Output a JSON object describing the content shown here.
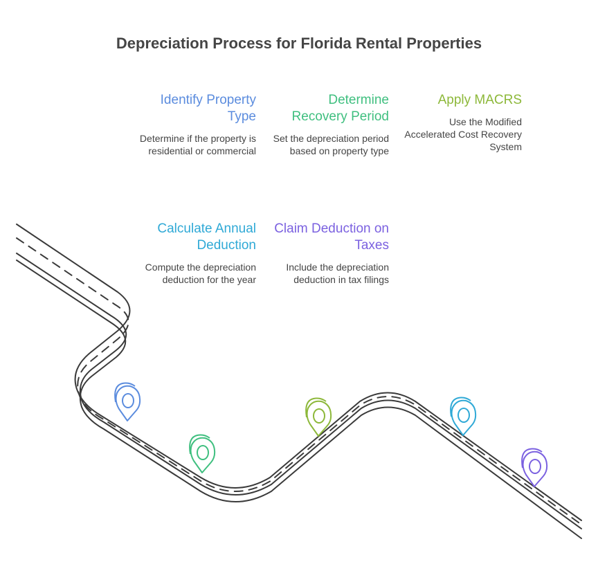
{
  "title": "Depreciation Process for Florida Rental Properties",
  "steps": [
    {
      "title": "Identify Property Type",
      "description": "Determine if the property is residential or commercial",
      "color": "#5b8cde"
    },
    {
      "title": "Determine Recovery Period",
      "description": "Set the depreciation period based on property type",
      "color": "#3fbf7f"
    },
    {
      "title": "Apply MACRS",
      "description": "Use the Modified Accelerated Cost Recovery System",
      "color": "#8db83a"
    },
    {
      "title": "Calculate Annual Deduction",
      "description": "Compute the depreciation deduction for the year",
      "color": "#2fa9d6"
    },
    {
      "title": "Claim Deduction on Taxes",
      "description": "Include the depreciation deduction in tax filings",
      "color": "#7b61e0"
    }
  ],
  "markers": [
    {
      "step": 0,
      "icon": "map-pin-icon",
      "color": "#5b8cde"
    },
    {
      "step": 1,
      "icon": "map-pin-icon",
      "color": "#3fbf7f"
    },
    {
      "step": 2,
      "icon": "map-pin-icon",
      "color": "#8db83a"
    },
    {
      "step": 3,
      "icon": "map-pin-icon",
      "color": "#2fa9d6"
    },
    {
      "step": 4,
      "icon": "map-pin-icon",
      "color": "#7b61e0"
    }
  ],
  "road_color": "#3a3a3a"
}
